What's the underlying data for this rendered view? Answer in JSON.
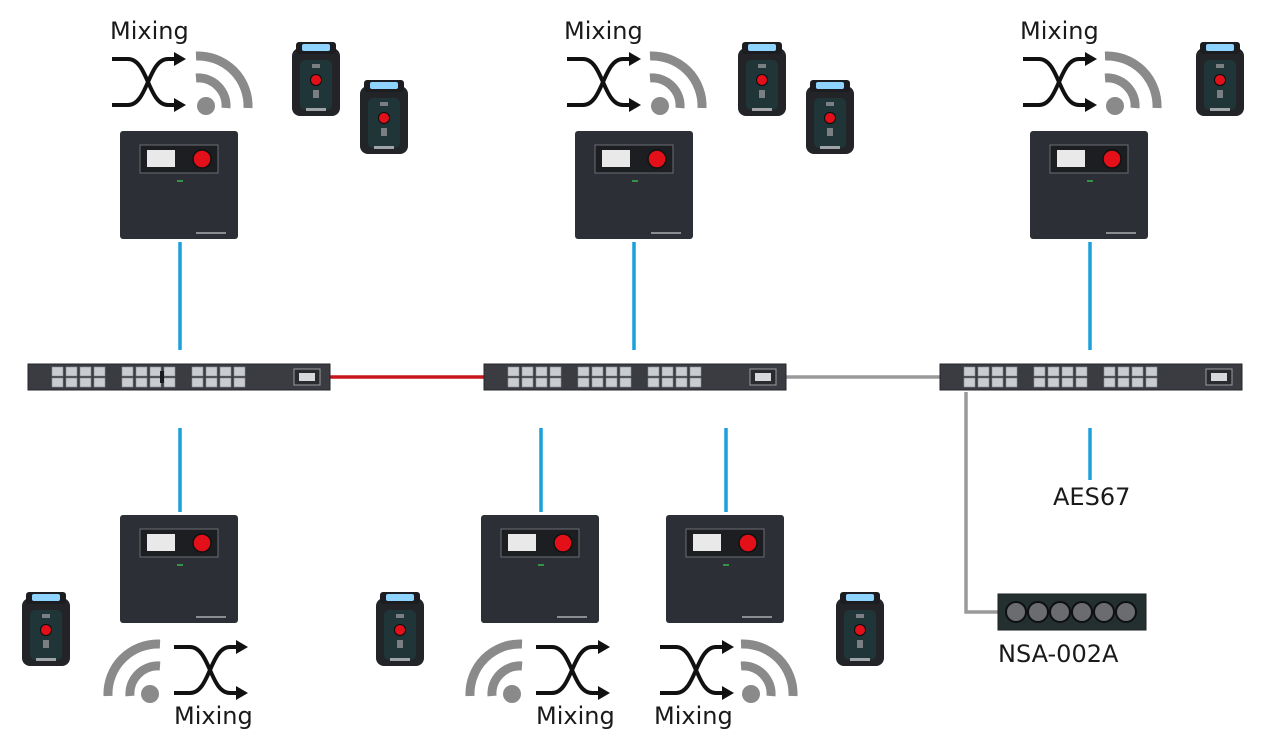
{
  "labels": {
    "mixing": "Mixing",
    "aes67": "AES67",
    "nsa": "NSA-002A"
  },
  "colors": {
    "dante_link": "#1ca0dc",
    "red_link": "#c8151b",
    "gray_link": "#9a9a9a",
    "device_body": "#2c2f36",
    "knob": "#e3101a",
    "wifi": "#8a8a8a"
  },
  "icons": [
    "mixing-arrows-icon",
    "wireless-signal-icon",
    "beltpack-icon",
    "base-station-icon",
    "network-switch-icon",
    "nsa-interface-icon"
  ]
}
